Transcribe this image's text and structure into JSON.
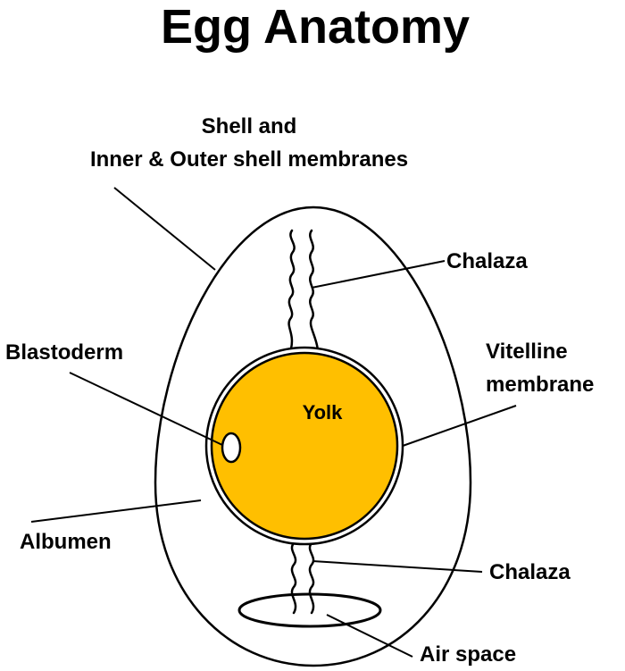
{
  "title": "Egg Anatomy",
  "labels": {
    "shell_line1": "Shell and",
    "shell_line2": "Inner & Outer shell membranes",
    "chalaza_top": "Chalaza",
    "blastoderm": "Blastoderm",
    "vitelline_line1": "Vitelline",
    "vitelline_line2": "membrane",
    "yolk": "Yolk",
    "albumen": "Albumen",
    "chalaza_bottom": "Chalaza",
    "air_space": "Air space"
  },
  "colors": {
    "yolk": "#FFBF00",
    "outline": "#000000",
    "background": "#FFFFFF"
  }
}
